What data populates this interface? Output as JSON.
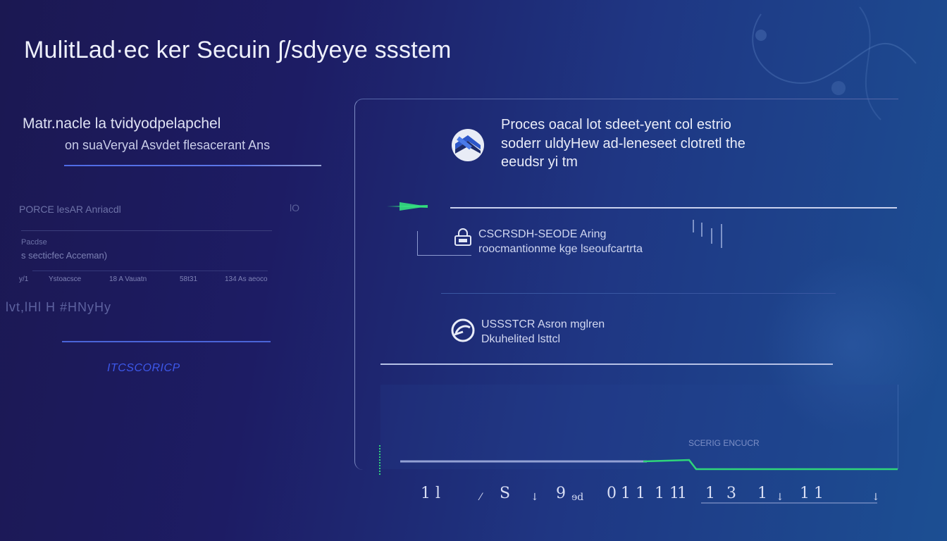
{
  "header": {
    "title": "MulitLad·ec ker Secuin ∫/sdyeye ssstem"
  },
  "left_panel": {
    "subtitle_line1": "Matr.nacle la tvidyodpelapchel",
    "subtitle_line2": "on suaVeryal Asvdet flesacerant Ans",
    "stat_label": "PORCE lesAR Anriacdl",
    "stat_icon": "lO",
    "stat_sub1": "Pacdse",
    "stat_sub2": "s secticfec Acceman)",
    "stat_cols": [
      "y/1",
      "Ystoacsce",
      "18 A Vauatn",
      "58t31",
      "134 As aeoco"
    ],
    "stat_wave": "lvt,lHl  H  #HNyHy",
    "link": "ITCSCORICP"
  },
  "main_panel": {
    "card1": {
      "icon": "shield-logo-icon",
      "line1": "Proces oacal lot sdeet-yent col estrio",
      "line2": "soderr uldyHew ad-leneseet clotretl the",
      "line3": "eeudsr yi tm"
    },
    "card2": {
      "icon": "lock-box-icon",
      "line1": "CSCRSDH-SEODE Aring",
      "line2": "roocmantionme kge lseoufcartrta"
    },
    "card3": {
      "icon": "refresh-circle-icon",
      "line1": "USSSTCR Asron mglren",
      "line2": "Dkuhelited lsttcl"
    },
    "status_label": "SCERIG ENCUCR",
    "progress": 0.62
  },
  "axis": {
    "labels": [
      "1 l",
      "⁄",
      "S",
      "↓",
      "9",
      "ɘd",
      "0",
      "1 1",
      "1 1",
      "1",
      "1",
      "3",
      "1",
      "↓",
      "1",
      "1",
      "↓"
    ]
  },
  "colors": {
    "accent_blue": "#4f6be6",
    "accent_green": "#2fd67a",
    "background_left": "#1b1852",
    "background_right": "#1c4f93"
  }
}
